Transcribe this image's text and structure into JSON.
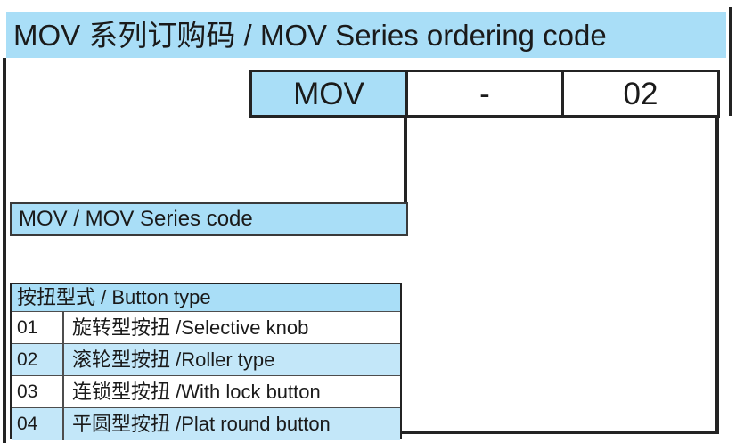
{
  "title": "MOV 系列订购码 / MOV Series ordering code",
  "ordering_code": {
    "series": "MOV",
    "separator": "-",
    "button_type_code": "02"
  },
  "series_label": "MOV / MOV Series code",
  "button_type_table": {
    "header": "按扭型式 / Button type",
    "rows": [
      {
        "code": "01",
        "desc": "旋转型按扭 /Selective knob"
      },
      {
        "code": "02",
        "desc": "滚轮型按扭 /Roller type"
      },
      {
        "code": "03",
        "desc": "连锁型按扭 /With lock button"
      },
      {
        "code": "04",
        "desc": "平圆型按扭 /Plat round button"
      }
    ]
  },
  "colors": {
    "primary_blue": "#a9def7",
    "row_blue": "#c3e7f9",
    "line_black": "#232323",
    "text_black": "#1a1a1a"
  }
}
